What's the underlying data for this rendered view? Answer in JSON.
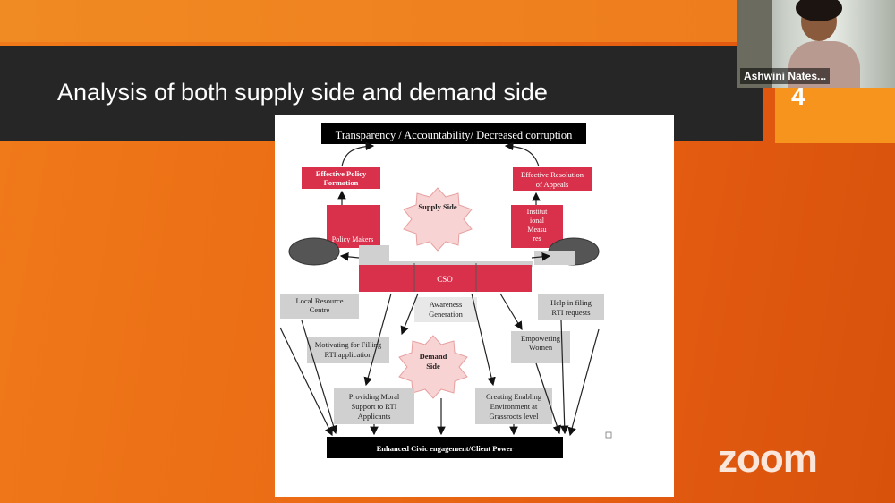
{
  "slide": {
    "title": "Analysis of both supply side and demand side",
    "number": "4"
  },
  "video": {
    "participant_name": "Ashwini Nates..."
  },
  "watermark": "zoom",
  "diagram": {
    "top_banner": "Transparency / Accountability/ Decreased corruption",
    "effective_policy_formation": "Effective Policy Formation",
    "effective_resolution": "Effective Resolution of Appeals",
    "supply_side": "Supply Side",
    "policy_makers": "Policy Makers",
    "institutional_measures": "Institut ional Measu res",
    "cso": "CSO",
    "local_resource_centre": "Local Resource Centre",
    "awareness_generation": "Awareness Generation",
    "help_filing": "Help in filing RTI requests",
    "motivating": "Motivating for Filling RTI application",
    "empowering_women": "Empowering Women",
    "demand_side": "Demand Side",
    "moral_support": "Providing Moral Support to RTI Applicants",
    "enabling_environment": "Creating Enabling Environment at Grassroots level",
    "bottom_banner": "Enhanced Civic engagement/Client Power"
  },
  "colors": {
    "crimson": "#d9314b",
    "gray_box": "#d0d0d0",
    "star_fill": "#f8d3d3",
    "ellipse": "#555555",
    "banner": "#000000"
  }
}
